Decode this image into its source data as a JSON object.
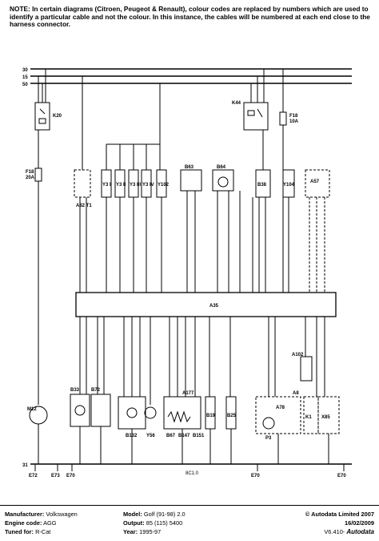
{
  "note": "NOTE: In certain diagrams (Citroen, Peugeot & Renault), colour codes are replaced by numbers which are used to identify a particular cable and not the colour. In this instance, the cables will be numbered at each end close to the harness connector.",
  "rails": [
    "30",
    "15",
    "50",
    "31"
  ],
  "relays": [
    "K20",
    "K44"
  ],
  "fuses": [
    {
      "id": "F18",
      "rating": "20A"
    },
    {
      "id": "F18",
      "rating": "10A"
    }
  ],
  "components_top": [
    "A82 T1",
    "Y3 I",
    "Y3 II",
    "Y3 III",
    "Y3 IV",
    "Y102",
    "B63",
    "B64",
    "B38",
    "Y104",
    "A57"
  ],
  "ecu": {
    "label": "A35"
  },
  "components_bottom": [
    "M12",
    "B33",
    "B72",
    "B132",
    "Y56",
    "B67",
    "B147",
    "B151",
    "A177",
    "B19",
    "B25",
    "A78",
    "P3",
    "A8",
    "K1",
    "A102",
    "X85"
  ],
  "grounds": [
    "E72",
    "E73",
    "E70",
    "E70",
    "E70"
  ],
  "bottom_note": "8C1.0",
  "footer": {
    "manufacturer_label": "Manufacturer:",
    "manufacturer": "Volkswagen",
    "engine_label": "Engine code:",
    "engine": "AGG",
    "tuned_label": "Tuned for:",
    "tuned": "R-Cat",
    "model_label": "Model:",
    "model": "Golf (91-98) 2.0",
    "output_label": "Output:",
    "output": "85 (115) 5400",
    "year_label": "Year:",
    "year": "1995-97",
    "copyright": "© Autodata Limited 2007",
    "date": "16/02/2009",
    "version": "V6.410-",
    "brand": "Autodata"
  }
}
